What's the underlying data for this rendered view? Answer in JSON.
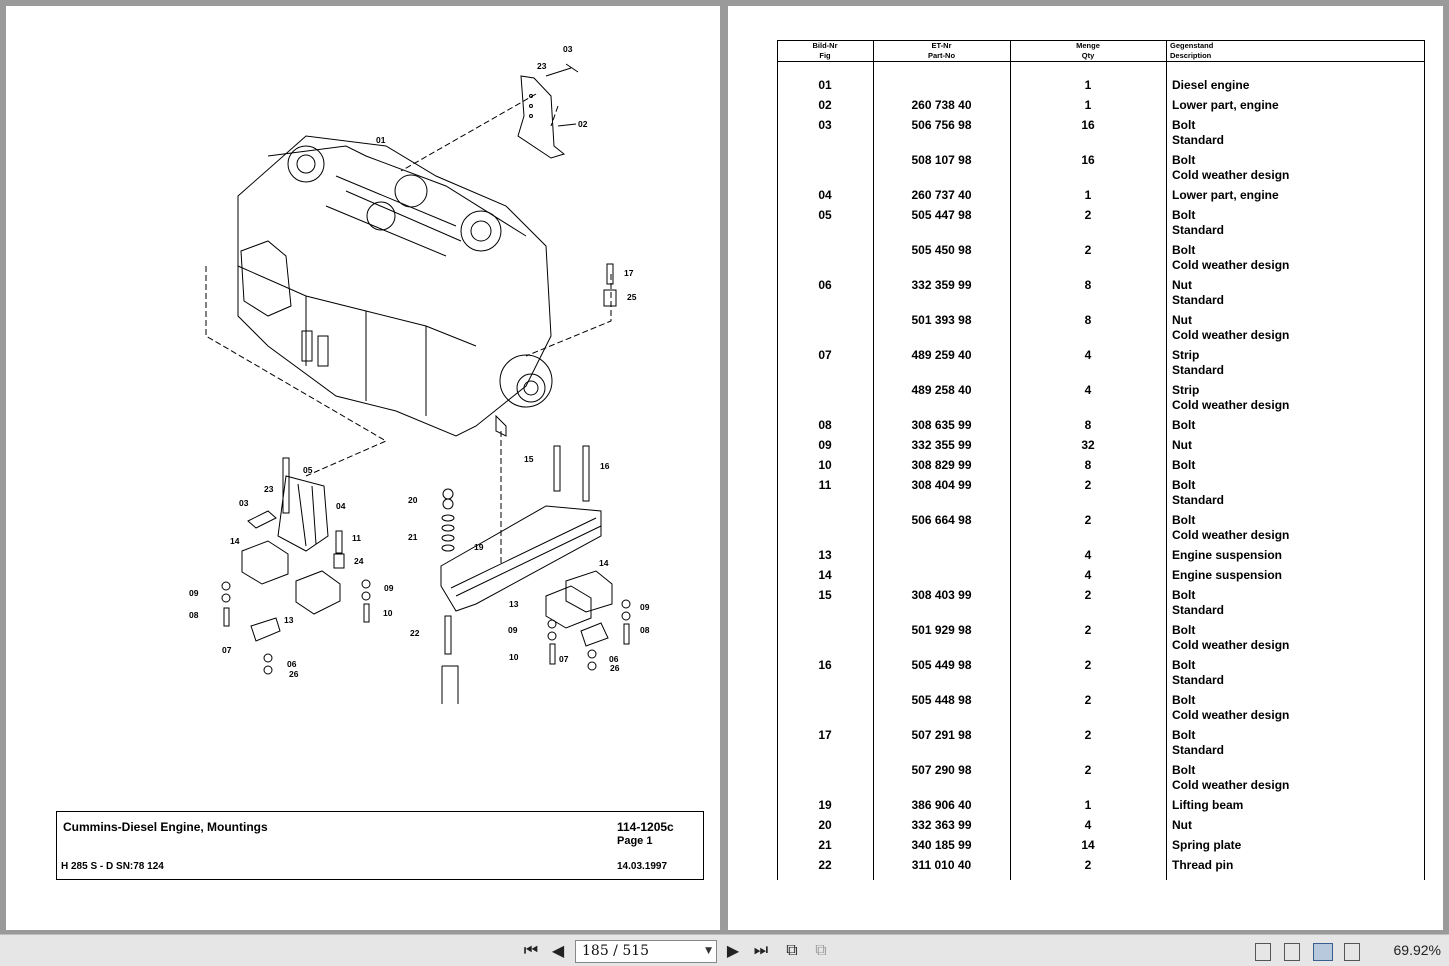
{
  "drawing": {
    "callouts": [
      "01",
      "02",
      "03",
      "23",
      "17",
      "25",
      "05",
      "23",
      "04",
      "03",
      "14",
      "11",
      "24",
      "09",
      "08",
      "13",
      "10",
      "09",
      "07",
      "06",
      "26",
      "15",
      "16",
      "20",
      "21",
      "19",
      "14",
      "22",
      "13",
      "09",
      "09",
      "08",
      "10",
      "07",
      "06",
      "26"
    ]
  },
  "titleblock": {
    "title": "Cummins-Diesel Engine, Mountings",
    "doc_no": "114-1205c",
    "page": "Page 1",
    "model": "H 285 S - D SN:78 124",
    "date": "14.03.1997"
  },
  "table": {
    "headers": {
      "fig_de": "Bild-Nr",
      "fig_en": "Fig",
      "part_de": "ET-Nr",
      "part_en": "Part-No",
      "qty_de": "Menge",
      "qty_en": "Qty",
      "desc_de": "Gegenstand",
      "desc_en": "Description"
    },
    "rows": [
      {
        "fig": "01",
        "part": "",
        "qty": "1",
        "desc": "Diesel engine",
        "sub": ""
      },
      {
        "fig": "02",
        "part": "260 738 40",
        "qty": "1",
        "desc": "Lower part, engine",
        "sub": ""
      },
      {
        "fig": "03",
        "part": "506 756 98",
        "qty": "16",
        "desc": "Bolt",
        "sub": "Standard"
      },
      {
        "fig": "",
        "part": "508 107 98",
        "qty": "16",
        "desc": "Bolt",
        "sub": "Cold weather design"
      },
      {
        "fig": "04",
        "part": "260 737 40",
        "qty": "1",
        "desc": "Lower part, engine",
        "sub": ""
      },
      {
        "fig": "05",
        "part": "505 447 98",
        "qty": "2",
        "desc": "Bolt",
        "sub": "Standard"
      },
      {
        "fig": "",
        "part": "505 450 98",
        "qty": "2",
        "desc": "Bolt",
        "sub": "Cold weather design"
      },
      {
        "fig": "06",
        "part": "332 359 99",
        "qty": "8",
        "desc": "Nut",
        "sub": "Standard"
      },
      {
        "fig": "",
        "part": "501 393 98",
        "qty": "8",
        "desc": "Nut",
        "sub": "Cold weather design"
      },
      {
        "fig": "07",
        "part": "489 259 40",
        "qty": "4",
        "desc": "Strip",
        "sub": "Standard"
      },
      {
        "fig": "",
        "part": "489 258 40",
        "qty": "4",
        "desc": "Strip",
        "sub": "Cold weather design"
      },
      {
        "fig": "08",
        "part": "308 635 99",
        "qty": "8",
        "desc": "Bolt",
        "sub": ""
      },
      {
        "fig": "09",
        "part": "332 355 99",
        "qty": "32",
        "desc": "Nut",
        "sub": ""
      },
      {
        "fig": "10",
        "part": "308 829 99",
        "qty": "8",
        "desc": "Bolt",
        "sub": ""
      },
      {
        "fig": "11",
        "part": "308 404 99",
        "qty": "2",
        "desc": "Bolt",
        "sub": "Standard"
      },
      {
        "fig": "",
        "part": "506 664 98",
        "qty": "2",
        "desc": "Bolt",
        "sub": "Cold weather design"
      },
      {
        "fig": "13",
        "part": "",
        "qty": "4",
        "desc": "Engine suspension",
        "sub": ""
      },
      {
        "fig": "14",
        "part": "",
        "qty": "4",
        "desc": "Engine suspension",
        "sub": ""
      },
      {
        "fig": "15",
        "part": "308 403 99",
        "qty": "2",
        "desc": "Bolt",
        "sub": "Standard"
      },
      {
        "fig": "",
        "part": "501 929 98",
        "qty": "2",
        "desc": "Bolt",
        "sub": "Cold weather design"
      },
      {
        "fig": "16",
        "part": "505 449 98",
        "qty": "2",
        "desc": "Bolt",
        "sub": "Standard"
      },
      {
        "fig": "",
        "part": "505 448 98",
        "qty": "2",
        "desc": "Bolt",
        "sub": "Cold weather design"
      },
      {
        "fig": "17",
        "part": "507 291 98",
        "qty": "2",
        "desc": "Bolt",
        "sub": "Standard"
      },
      {
        "fig": "",
        "part": "507 290 98",
        "qty": "2",
        "desc": "Bolt",
        "sub": "Cold weather design"
      },
      {
        "fig": "19",
        "part": "386 906 40",
        "qty": "1",
        "desc": "Lifting beam",
        "sub": ""
      },
      {
        "fig": "20",
        "part": "332 363 99",
        "qty": "4",
        "desc": "Nut",
        "sub": ""
      },
      {
        "fig": "21",
        "part": "340 185 99",
        "qty": "14",
        "desc": "Spring plate",
        "sub": ""
      },
      {
        "fig": "22",
        "part": "311 010 40",
        "qty": "2",
        "desc": "Thread pin",
        "sub": ""
      }
    ]
  },
  "toolbar": {
    "page_display": "185 / 515",
    "zoom": "69.92%",
    "icons": [
      "first-page-icon",
      "prev-page-icon",
      "next-page-icon",
      "last-page-icon",
      "go-back-icon",
      "go-forward-icon",
      "single-page-icon",
      "continuous-icon",
      "two-page-icon",
      "two-page-continuous-icon"
    ]
  }
}
